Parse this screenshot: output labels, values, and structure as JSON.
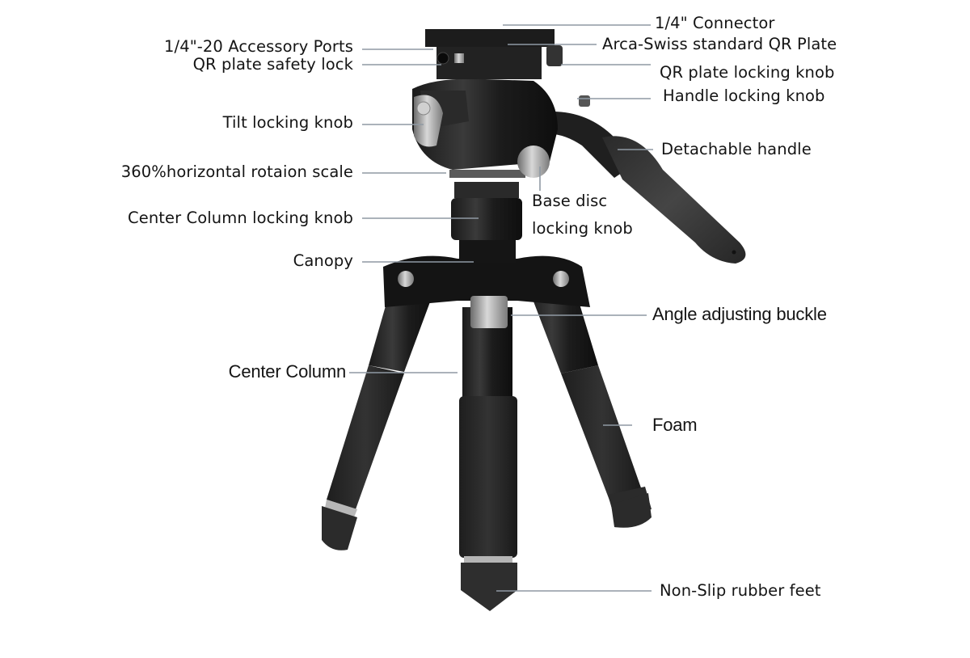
{
  "diagram": {
    "subject": "Mini tripod with fluid video head",
    "line_color": "#8f99a3",
    "callouts": [
      {
        "id": "connector",
        "text": "1/4\" Connector"
      },
      {
        "id": "accessory_ports",
        "text": "1/4\"-20 Accessory Ports"
      },
      {
        "id": "arca_plate",
        "text": "Arca-Swiss standard QR Plate"
      },
      {
        "id": "safety_lock",
        "text": "QR plate safety lock"
      },
      {
        "id": "qr_locking_knob",
        "text": "QR plate locking knob"
      },
      {
        "id": "handle_locking_knob",
        "text": "Handle locking knob"
      },
      {
        "id": "tilt_locking_knob",
        "text": "Tilt locking knob"
      },
      {
        "id": "detachable_handle",
        "text": "Detachable handle"
      },
      {
        "id": "rotation_scale",
        "text": "360%horizontal rotaion scale"
      },
      {
        "id": "base_disc_line1",
        "text": "Base disc"
      },
      {
        "id": "base_disc_line2",
        "text": "locking knob"
      },
      {
        "id": "column_locking_knob",
        "text": "Center Column locking knob"
      },
      {
        "id": "canopy",
        "text": "Canopy"
      },
      {
        "id": "angle_buckle",
        "text": "Angle adjusting buckle"
      },
      {
        "id": "center_column",
        "text": "Center Column"
      },
      {
        "id": "foam",
        "text": "Foam"
      },
      {
        "id": "rubber_feet",
        "text": "Non-Slip rubber feet"
      }
    ]
  }
}
